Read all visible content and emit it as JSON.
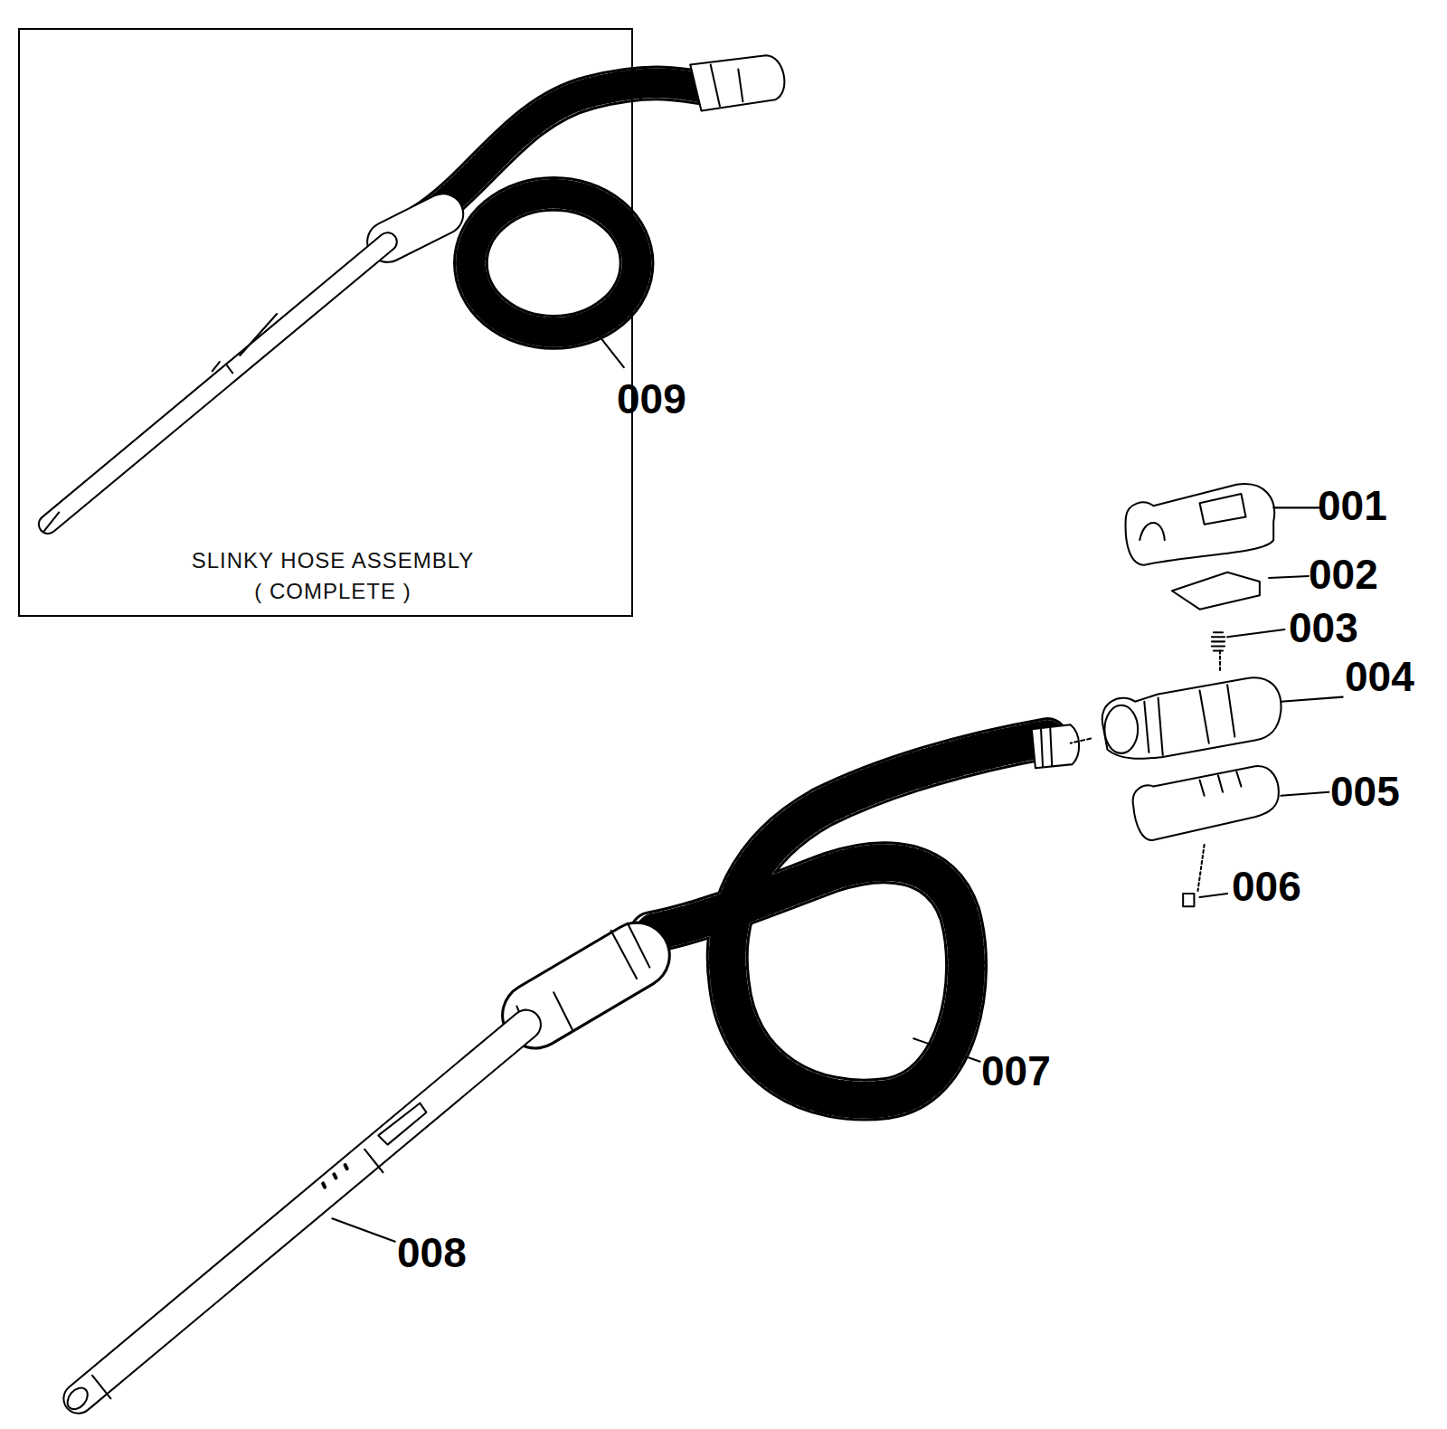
{
  "diagram": {
    "nodes": [
      {
        "text": [
          "SLINKY HOSE ASSEMBLY ( COMPLETE )"
        ]
      }
    ],
    "labels": [
      "009",
      "001",
      "002",
      "003",
      "004",
      "005",
      "006",
      "007",
      "008"
    ]
  }
}
